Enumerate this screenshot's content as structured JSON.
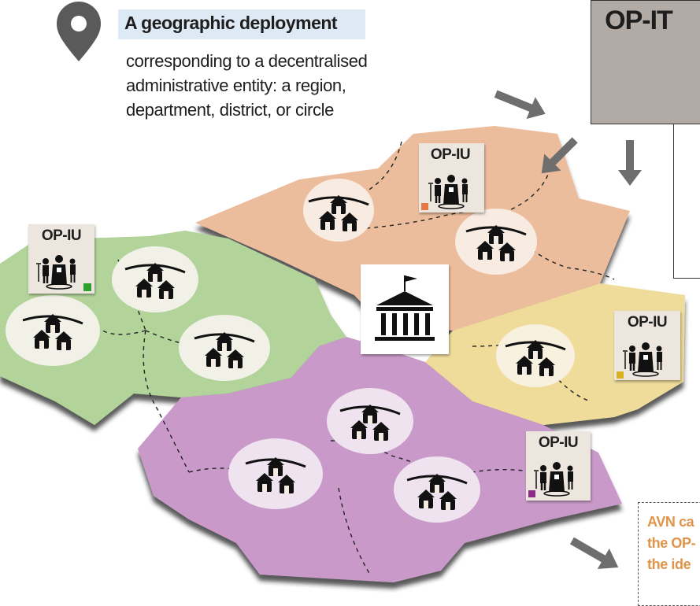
{
  "heading": "A geographic deployment",
  "description": "corresponding to a decentralised administrative entity: a region, department, district, or circle",
  "opit": {
    "label": "OP-IT"
  },
  "opiu_labels": [
    "OP-IU",
    "OP-IU",
    "OP-IU",
    "OP-IU"
  ],
  "avn_lines": [
    "AVN ca",
    "the OP-",
    "the ide"
  ],
  "colors": {
    "heading_bg": "#dde9f4",
    "region_orange": "#ecbd9c",
    "region_green": "#b2d39a",
    "region_yellow": "#efdc9a",
    "region_purple": "#c99ac9",
    "marker_orange": "#e57a45",
    "marker_green": "#2ea02e",
    "marker_yellow": "#d9b020",
    "marker_purple": "#8d2b88",
    "avn_text": "#e0944a",
    "opit_bg": "#b2aaa4",
    "arrow": "#6e6e6e"
  },
  "icons": [
    "map-pin-icon",
    "government-building-icon",
    "village-huts-icon",
    "people-group-icon",
    "arrow-icon"
  ]
}
